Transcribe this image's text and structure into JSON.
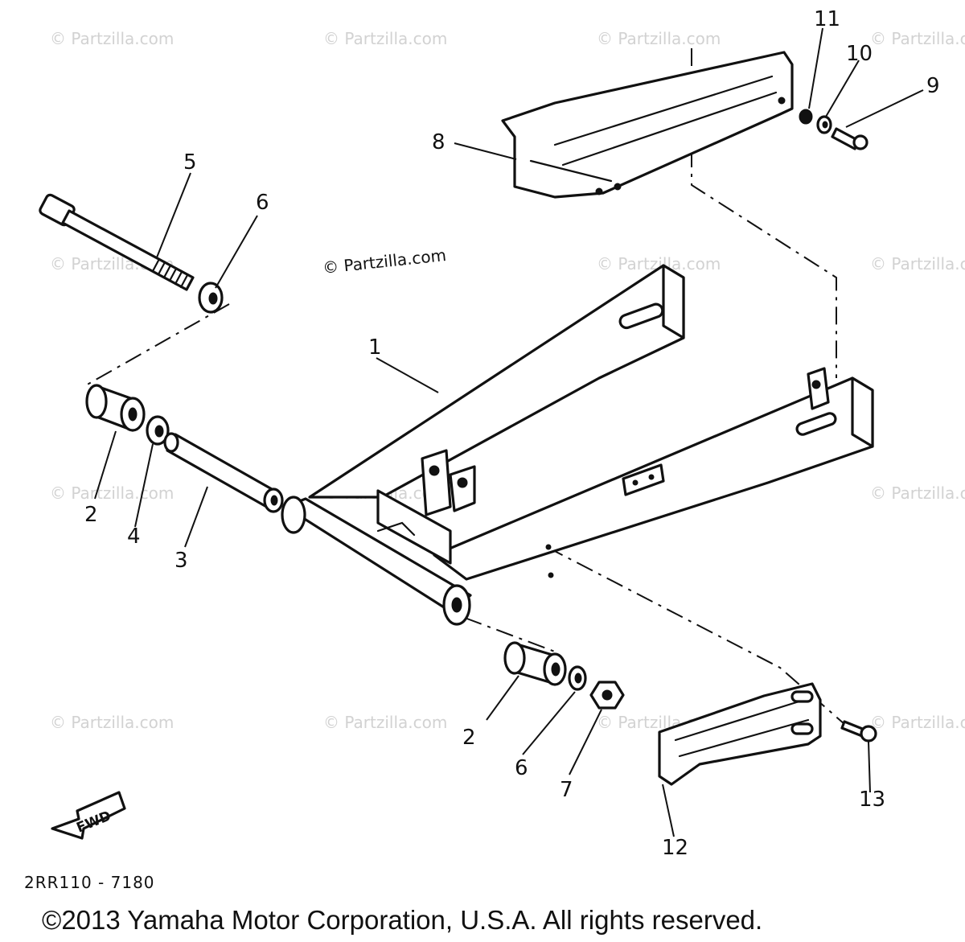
{
  "watermark": "© Partzilla.com",
  "watermark_prominent": "© Partzilla.com",
  "diagram_code": "2RR110 - 7180",
  "copyright": "©2013 Yamaha Motor Corporation, U.S.A. All rights reserved.",
  "fwd_label": "FWD",
  "callouts": {
    "c1": "1",
    "c2a": "2",
    "c2b": "2",
    "c3": "3",
    "c4": "4",
    "c5": "5",
    "c6a": "6",
    "c6b": "6",
    "c7": "7",
    "c8": "8",
    "c9": "9",
    "c10": "10",
    "c11": "11",
    "c12": "12",
    "c13": "13"
  }
}
